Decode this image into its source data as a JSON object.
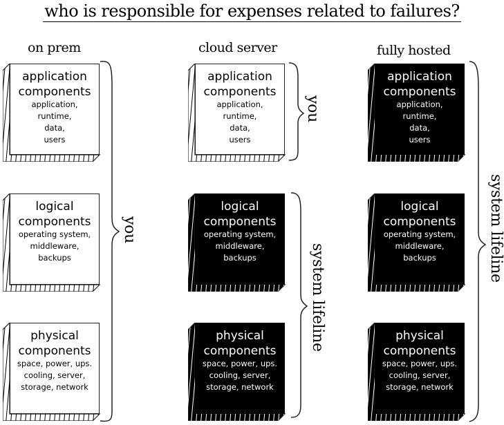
{
  "title": "who is responsible for expenses related to failures?",
  "columns": [
    {
      "label": "on prem",
      "boxes": [
        {
          "title": "application",
          "title2": "components",
          "items": [
            "application,",
            "runtime,",
            "data,",
            "users"
          ],
          "style": "light"
        },
        {
          "title": "logical",
          "title2": "components",
          "items": [
            "operating system,",
            "middleware,",
            "backups"
          ],
          "style": "light"
        },
        {
          "title": "physical",
          "title2": "components",
          "items": [
            "space, power, ups.",
            "cooling, server,",
            "storage, network"
          ],
          "style": "light"
        }
      ],
      "braces": [
        {
          "label": "you",
          "covers": "application, logical, physical"
        }
      ]
    },
    {
      "label": "cloud server",
      "boxes": [
        {
          "title": "application",
          "title2": "components",
          "items": [
            "application,",
            "runtime,",
            "data,",
            "users"
          ],
          "style": "light"
        },
        {
          "title": "logical",
          "title2": "components",
          "items": [
            "operating system,",
            "middleware,",
            "backups"
          ],
          "style": "dark"
        },
        {
          "title": "physical",
          "title2": "components",
          "items": [
            "space, power, ups.",
            "cooling, server,",
            "storage, network"
          ],
          "style": "dark"
        }
      ],
      "braces": [
        {
          "label": "you",
          "covers": "application"
        },
        {
          "label": "system lifeline",
          "covers": "logical, physical"
        }
      ]
    },
    {
      "label": "fully hosted",
      "boxes": [
        {
          "title": "application",
          "title2": "components",
          "items": [
            "application,",
            "runtime,",
            "data,",
            "users"
          ],
          "style": "dark"
        },
        {
          "title": "logical",
          "title2": "components",
          "items": [
            "operating system,",
            "middleware,",
            "backups"
          ],
          "style": "dark"
        },
        {
          "title": "physical",
          "title2": "components",
          "items": [
            "space, power, ups.",
            "cooling, server,",
            "storage, network"
          ],
          "style": "dark"
        }
      ],
      "braces": [
        {
          "label": "system lifeline",
          "covers": "application, logical, physical"
        }
      ]
    }
  ]
}
